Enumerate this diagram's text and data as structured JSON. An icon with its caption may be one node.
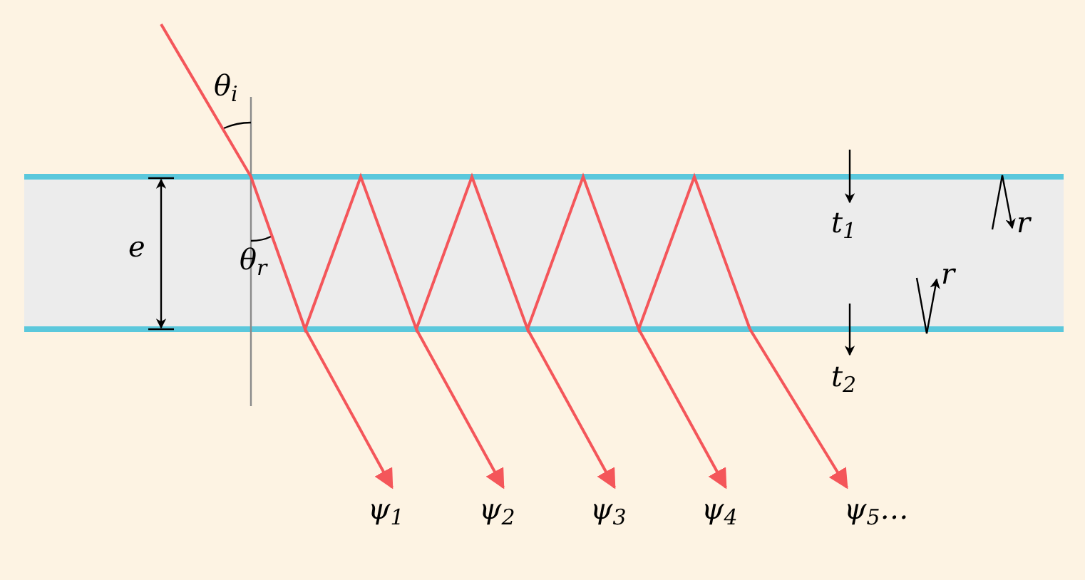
{
  "diagram": {
    "nodes": [
      {
        "text": [
          "ψ$_{1}$"
        ]
      },
      {
        "text": [
          "ψ$_{2}$"
        ]
      },
      {
        "text": [
          "ψ$_{3}$"
        ]
      },
      {
        "text": [
          "ψ$_{4}$"
        ]
      },
      {
        "text": [
          "ψ$_{5}$…"
        ]
      }
    ],
    "edges": [
      {
        "from": null,
        "to": 0,
        "arrow": "to"
      },
      {
        "from": null,
        "to": 1,
        "arrow": "to"
      },
      {
        "from": null,
        "to": 2,
        "arrow": "to"
      },
      {
        "from": null,
        "to": 3,
        "arrow": "to"
      },
      {
        "from": null,
        "to": 4,
        "arrow": "to"
      }
    ],
    "labels": [
      "θ$_{i}$",
      "e",
      "θ$_{r}$",
      "t$_{1}$",
      "r",
      "r",
      "t$_{2}$"
    ]
  }
}
